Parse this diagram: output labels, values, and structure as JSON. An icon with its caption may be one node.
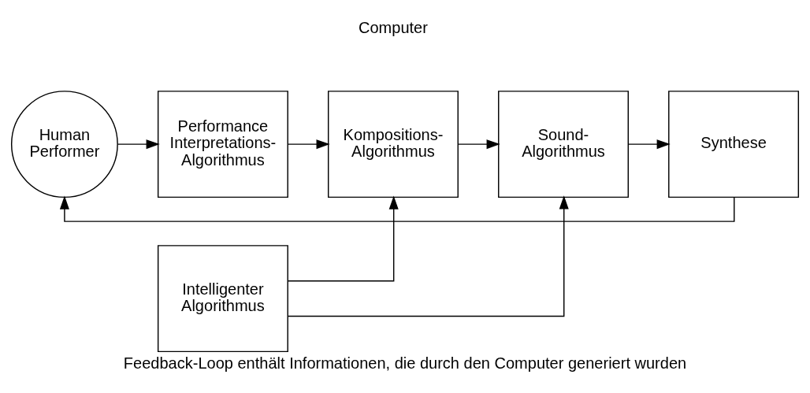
{
  "diagram": {
    "caption": "Feedback-Loop enthält Informationen, die durch den Computer generiert wurden",
    "nodes": [
      {
        "text": [
          "Human Performer"
        ]
      },
      {
        "text": [
          "Performance Interpretations-Algorithmus"
        ]
      },
      {
        "text": [
          "Kompositions-Algorithmus"
        ]
      },
      {
        "text": [
          "Sound-Algorithmus"
        ]
      },
      {
        "text": [
          "Synthese"
        ]
      },
      {
        "text": [
          "Intelligenter Algorithmus"
        ]
      }
    ],
    "edges": [
      {
        "from": 0,
        "to": 1,
        "arrow": "to"
      },
      {
        "from": 1,
        "to": 2,
        "arrow": "to"
      },
      {
        "from": 2,
        "to": 3,
        "arrow": "to"
      },
      {
        "from": 3,
        "to": 4,
        "arrow": "to"
      },
      {
        "from": 5,
        "to": 2,
        "arrow": "to"
      },
      {
        "from": 5,
        "to": 3,
        "arrow": "to"
      },
      {
        "from": 4,
        "to": 0,
        "arrow": "to"
      }
    ],
    "labels": [
      "Computer"
    ]
  }
}
